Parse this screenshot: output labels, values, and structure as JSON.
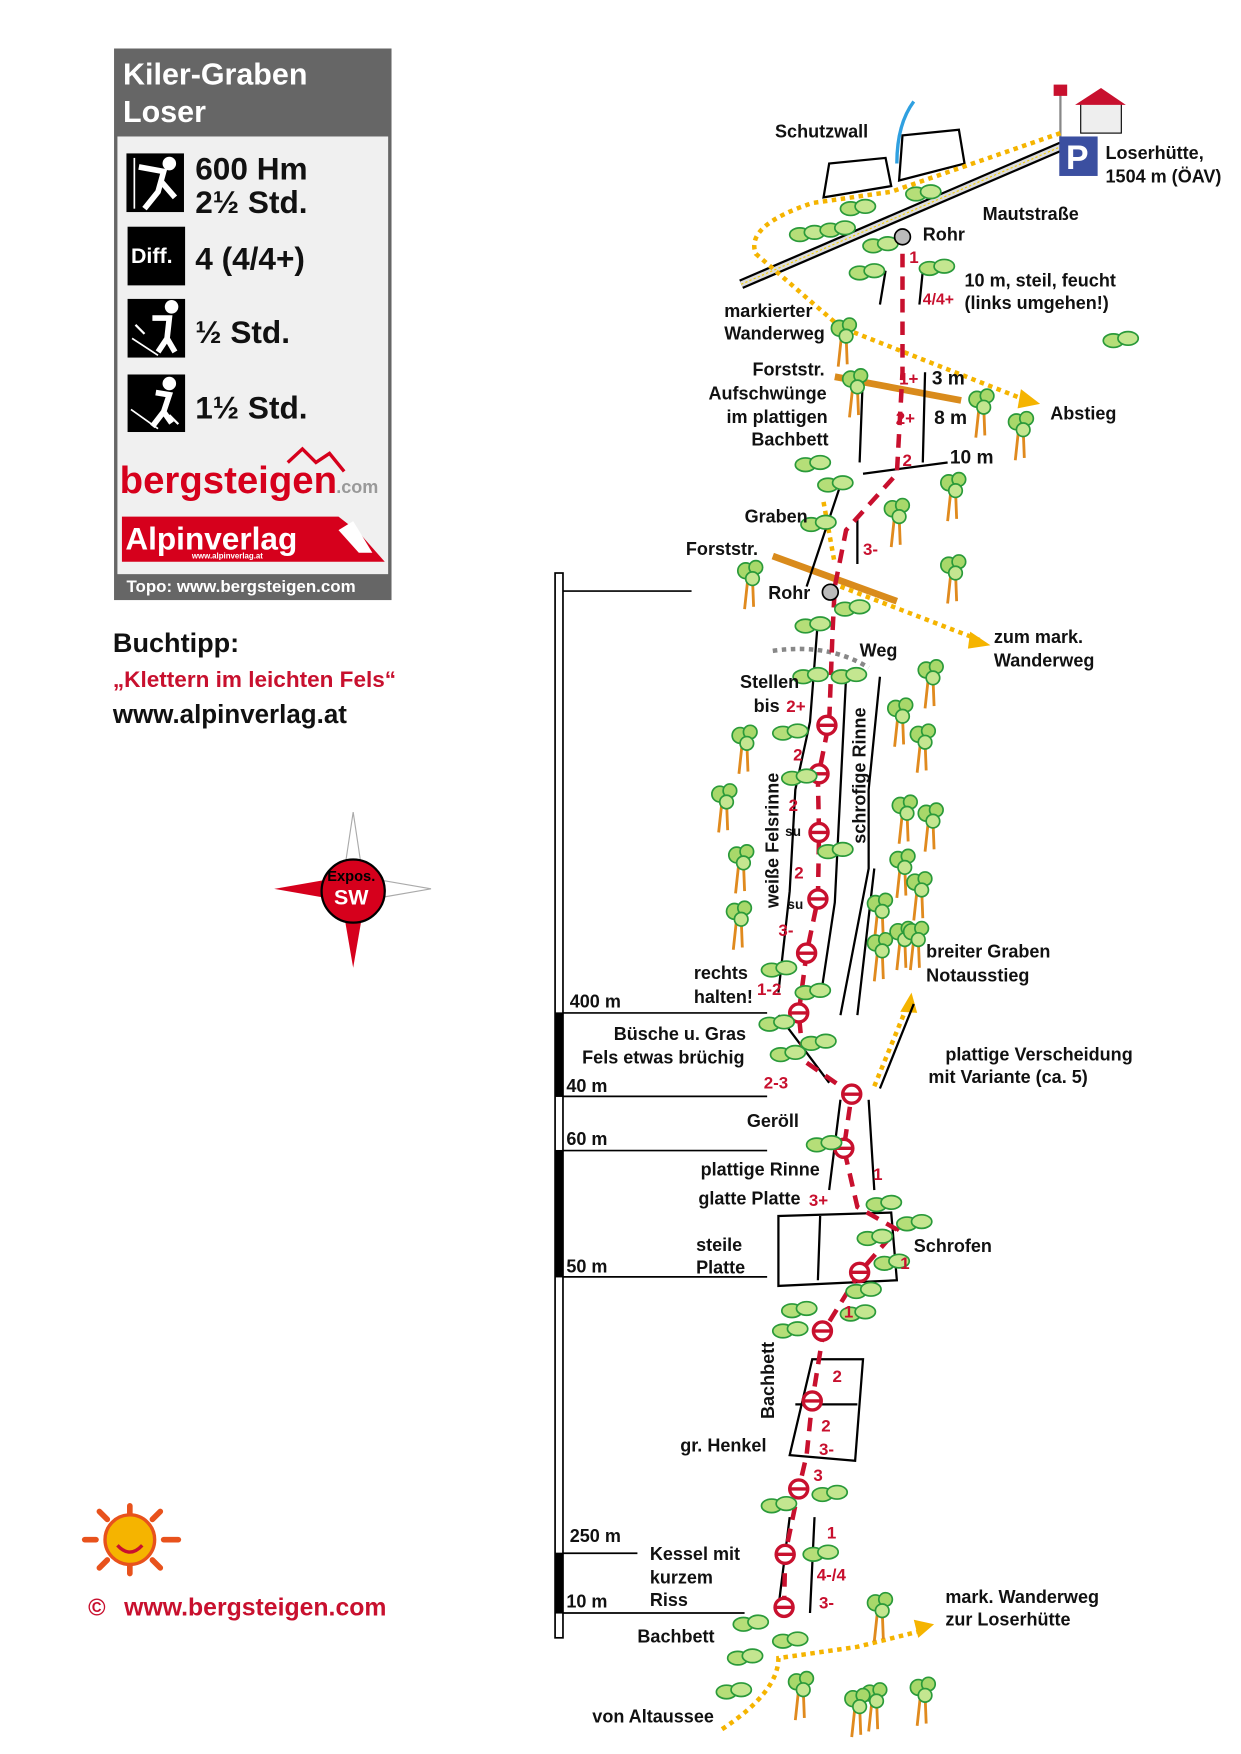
{
  "infobox": {
    "title_line1": "Kiler-Graben",
    "title_line2": "Loser",
    "height_gain": "600 Hm",
    "climb_time": "2½ Std.",
    "diff_label": "Diff.",
    "difficulty": "4 (4/4+)",
    "approach_time": "½ Std.",
    "descent_time": "1½ Std.",
    "logo_bergsteigen": "bergsteigen",
    "logo_com": ".com",
    "logo_alpinverlag": "Alpinverlag",
    "logo_alpinverlag_url": "www.alpinverlag.at",
    "footer": "Topo: www.bergsteigen.com",
    "icons": [
      "climber-icon",
      "difficulty-icon",
      "approach-hiker-icon",
      "descent-hiker-icon"
    ]
  },
  "booktip": {
    "heading": "Buchtipp:",
    "title": "„Klettern im leichten Fels“",
    "url": "www.alpinverlag.at"
  },
  "compass": {
    "label": "Expos.",
    "direction": "SW"
  },
  "copyright": {
    "symbol": "©",
    "url": "www.bergsteigen.com"
  },
  "scale": [
    "400 m",
    "40 m",
    "60 m",
    "50 m",
    "250 m",
    "10 m"
  ],
  "labels": {
    "schutzwall": "Schutzwall",
    "hut_name": "Loserhütte,",
    "hut_alt": "1504 m (ÖAV)",
    "mautstrasse": "Mautstraße",
    "rohr_top": "Rohr",
    "steep1": "10 m, steil, feucht",
    "steep2": "(links umgehen!)",
    "wanderweg1": "markierter",
    "wanderweg2": "Wanderweg",
    "forststr1": "Forststr.",
    "aufschw1": "Aufschwünge",
    "aufschw2": "im plattigen",
    "aufschw3": "Bachbett",
    "m3": "3 m",
    "m8": "8 m",
    "m10": "10 m",
    "abstieg": "Abstieg",
    "graben": "Graben",
    "forststr2": "Forststr.",
    "rohr2": "Rohr",
    "zummark1": "zum mark.",
    "zummark2": "Wanderweg",
    "weg": "Weg",
    "stellen1": "Stellen",
    "stellen2": "bis",
    "schrofige": "schrofige Rinne",
    "weisse": "weiße Felsrinne",
    "su1": "su",
    "su2": "su",
    "rechts1": "rechts",
    "rechts2": "halten!",
    "breiter1": "breiter Graben",
    "breiter2": "Notausstieg",
    "busche1": "Büsche u. Gras",
    "busche2": "Fels etwas brüchig",
    "plattigeV1": "plattige Verscheidung",
    "plattigeV2": "mit Variante (ca. 5)",
    "geroell": "Geröll",
    "plattigeRinne": "plattige Rinne",
    "glattePlatte": "glatte Platte",
    "steile1": "steile",
    "steile2": "Platte",
    "schrofen": "Schrofen",
    "bachbett_v": "Bachbett",
    "henkel": "gr. Henkel",
    "kessel1": "Kessel mit",
    "kessel2": "kurzem",
    "kessel3": "Riss",
    "bachbett": "Bachbett",
    "markWW1": "mark. Wanderweg",
    "markWW2": "zur Loserhütte",
    "altaussee": "von Altaussee"
  },
  "grades": {
    "g1": "1",
    "g44": "4/4+",
    "g1p": "1+",
    "g2p": "2+",
    "g2": "2",
    "g3m": "3-",
    "stellen": "2+",
    "r2a": "2",
    "r2b": "2",
    "r2c": "2",
    "r3m": "3-",
    "r12": "1-2",
    "r23": "2-3",
    "rinne1": "1",
    "glatt": "3+",
    "schrofen1": "1",
    "mid1": "1",
    "bb2": "2",
    "bb2b": "2",
    "bb3m": "3-",
    "bb3": "3",
    "k1": "1",
    "k44": "4-/4",
    "k3m": "3-"
  },
  "colors": {
    "route": "#c8102e",
    "trail": "#f5b400",
    "forest_road": "#d98b1c",
    "header": "#666666",
    "parking": "#3b4fa0"
  }
}
